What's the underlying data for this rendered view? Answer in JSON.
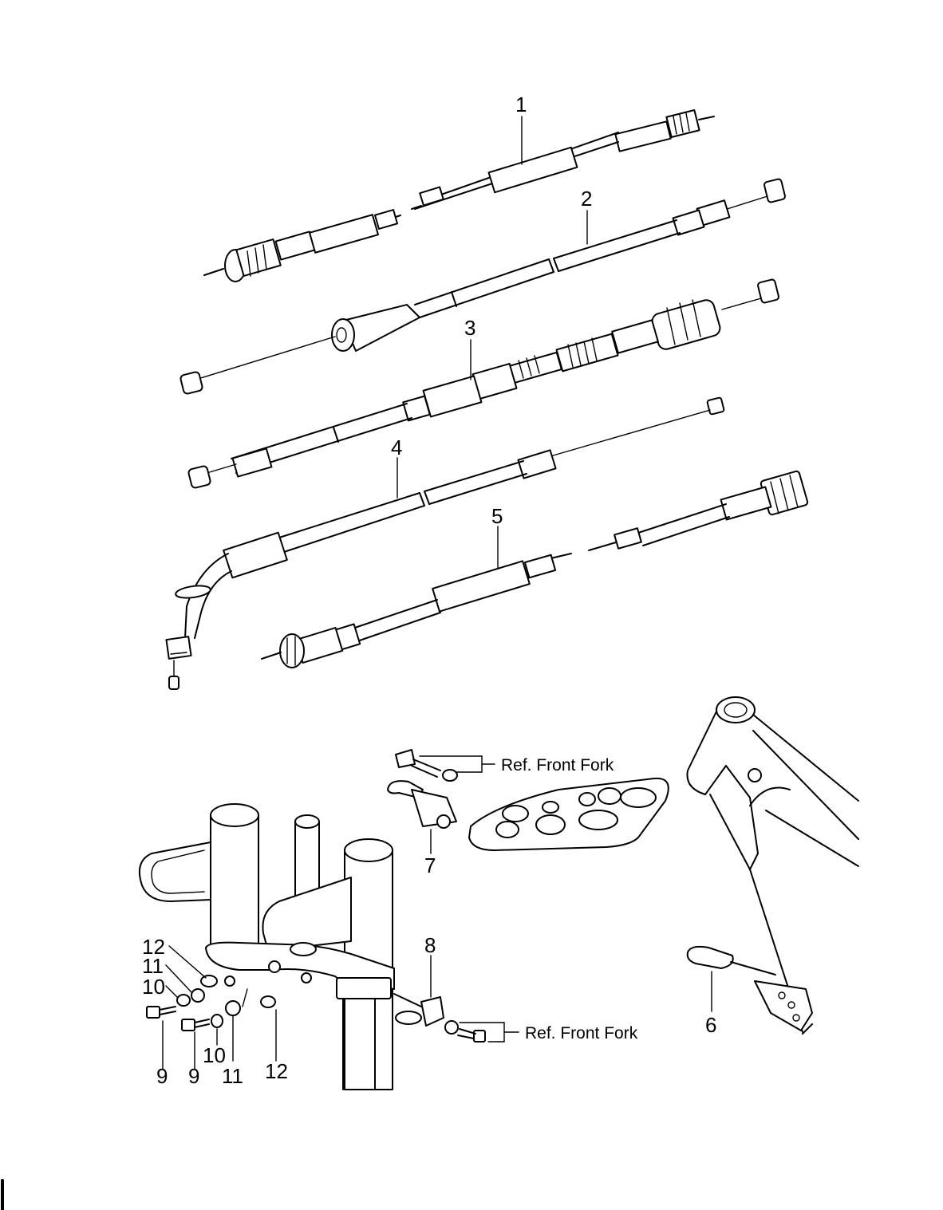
{
  "callouts": {
    "c1": "1",
    "c2": "2",
    "c3": "3",
    "c4": "4",
    "c5": "5",
    "c6": "6",
    "c7": "7",
    "c8": "8",
    "c9a": "9",
    "c9b": "9",
    "c10a": "10",
    "c10b": "10",
    "c11a": "11",
    "c11b": "11",
    "c12a": "12",
    "c12b": "12"
  },
  "references": {
    "ref_upper": "Ref. Front Fork",
    "ref_lower": "Ref. Front Fork"
  }
}
